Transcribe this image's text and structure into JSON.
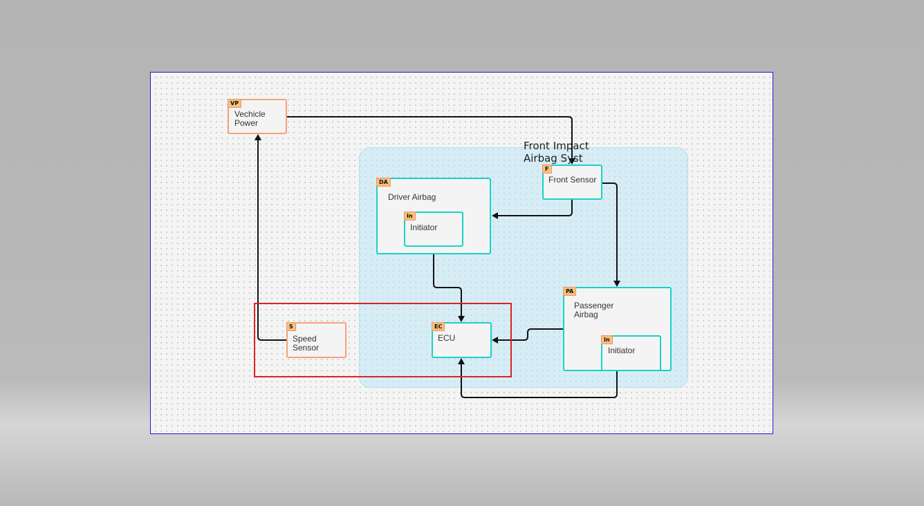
{
  "diagram": {
    "group_title": "Front Impact Airbag Syst",
    "blocks": {
      "vehicle_power": {
        "tag": "VP",
        "label": "Vechicle Power"
      },
      "driver_airbag": {
        "tag": "DA",
        "label": "Driver Airbag"
      },
      "driver_initiator": {
        "tag": "In",
        "label": "Initiator"
      },
      "front_sensor": {
        "tag": "F",
        "label": "Front Sensor"
      },
      "passenger_airbag": {
        "tag": "PA",
        "label": "Passenger Airbag"
      },
      "passenger_initiator": {
        "tag": "In",
        "label": "Initiator"
      },
      "speed_sensor": {
        "tag": "S",
        "label": "Speed Sensor"
      },
      "ecu": {
        "tag": "EC",
        "label": "ECU"
      }
    }
  },
  "colors": {
    "external_block_border": "#f7a07a",
    "system_block_border": "#19d2c6",
    "group_fill": "#bee8f8",
    "selection_border": "#dd2222",
    "canvas_border": "#1a1ad2"
  }
}
